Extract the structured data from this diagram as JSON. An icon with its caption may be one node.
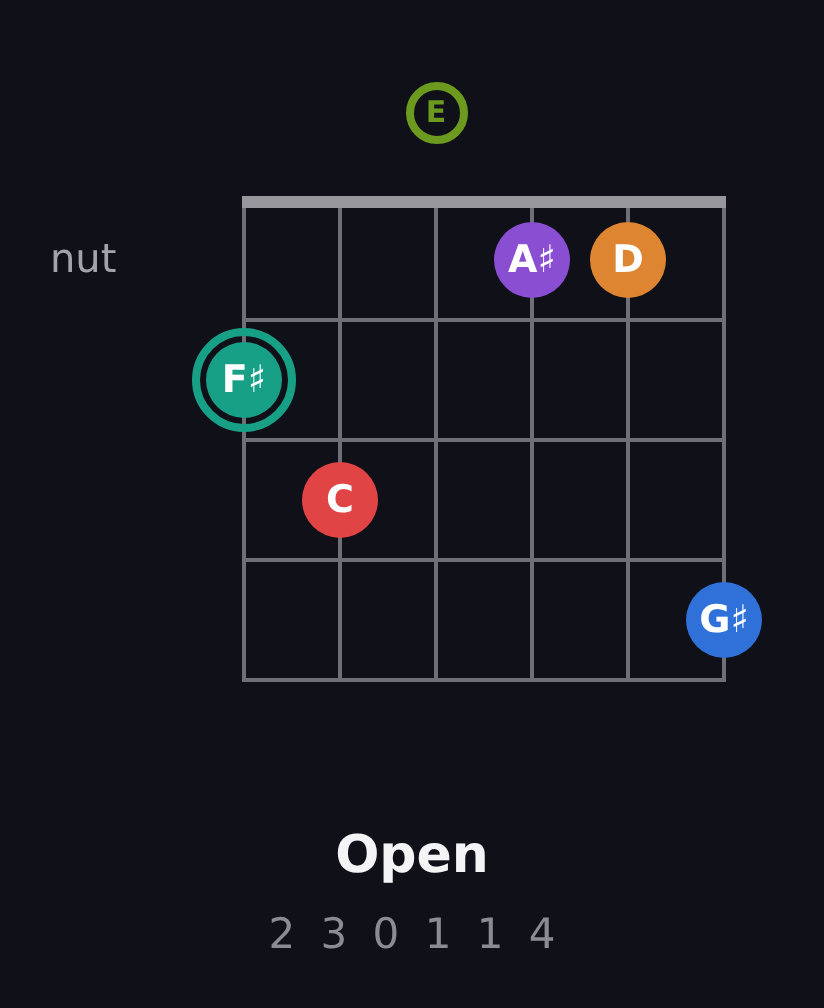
{
  "diagram": {
    "title": "Open",
    "nodes": [
      {
        "text": [
          "E"
        ]
      },
      {
        "text": [
          "A♯"
        ]
      },
      {
        "text": [
          "D"
        ]
      },
      {
        "text": [
          "F♯"
        ]
      },
      {
        "text": [
          "C"
        ]
      },
      {
        "text": [
          "G♯"
        ]
      }
    ],
    "labels": [
      "nut",
      "2 3 0 1 1 4"
    ]
  }
}
